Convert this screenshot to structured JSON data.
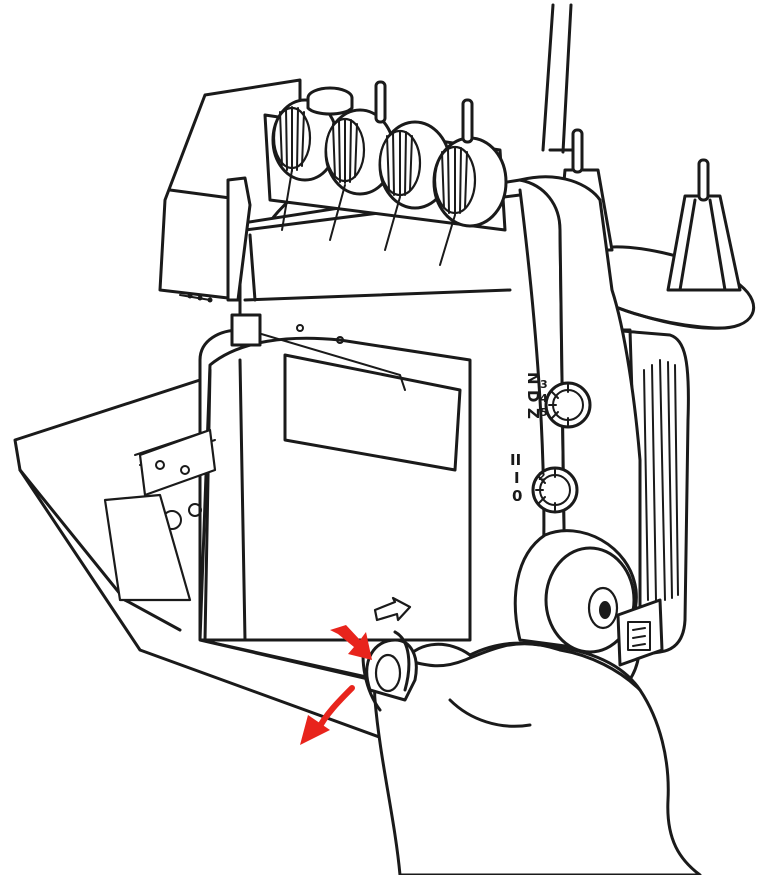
{
  "dial_markings": {
    "upper": [
      "N",
      "D",
      "Z",
      "3",
      "4",
      "5"
    ],
    "lower": [
      "II",
      "I",
      "0",
      "2"
    ]
  },
  "arrows": {
    "push": {
      "icon": "push-arrow-icon",
      "direction": "down-right",
      "color": "#e8241c"
    },
    "swing": {
      "icon": "swing-open-arrow-icon",
      "direction": "down-left",
      "color": "#e8241c"
    },
    "slide_hint": {
      "icon": "outline-arrow-icon",
      "direction": "right"
    }
  },
  "colors": {
    "line": "#1a1a1a",
    "accent": "#e8241c",
    "background": "#ffffff"
  }
}
